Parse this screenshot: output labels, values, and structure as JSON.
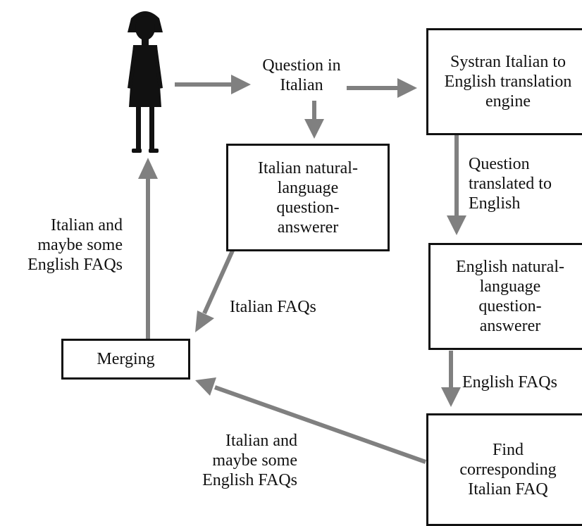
{
  "nodes": {
    "question_in_italian": "Question in\nItalian",
    "systran_engine": "Systran Italian to\nEnglish translation\nengine",
    "italian_qa": "Italian natural-\nlanguage\nquestion-\nanswerer",
    "english_qa": "English natural-\nlanguage\nquestion-\nanswerer",
    "merging": "Merging",
    "find_faq": "Find\ncorresponding\nItalian FAQ"
  },
  "edge_labels": {
    "question_translated": "Question\ntranslated to\nEnglish",
    "italian_faqs": "Italian FAQs",
    "english_faqs": "English FAQs",
    "merge_output": "Italian and\nmaybe some\nEnglish FAQs",
    "find_output": "Italian and\nmaybe some\nEnglish FAQs"
  },
  "colors": {
    "arrow": "#808080",
    "box_border": "#111111",
    "figure": "#111111"
  },
  "icons": {
    "user": "person-icon"
  }
}
